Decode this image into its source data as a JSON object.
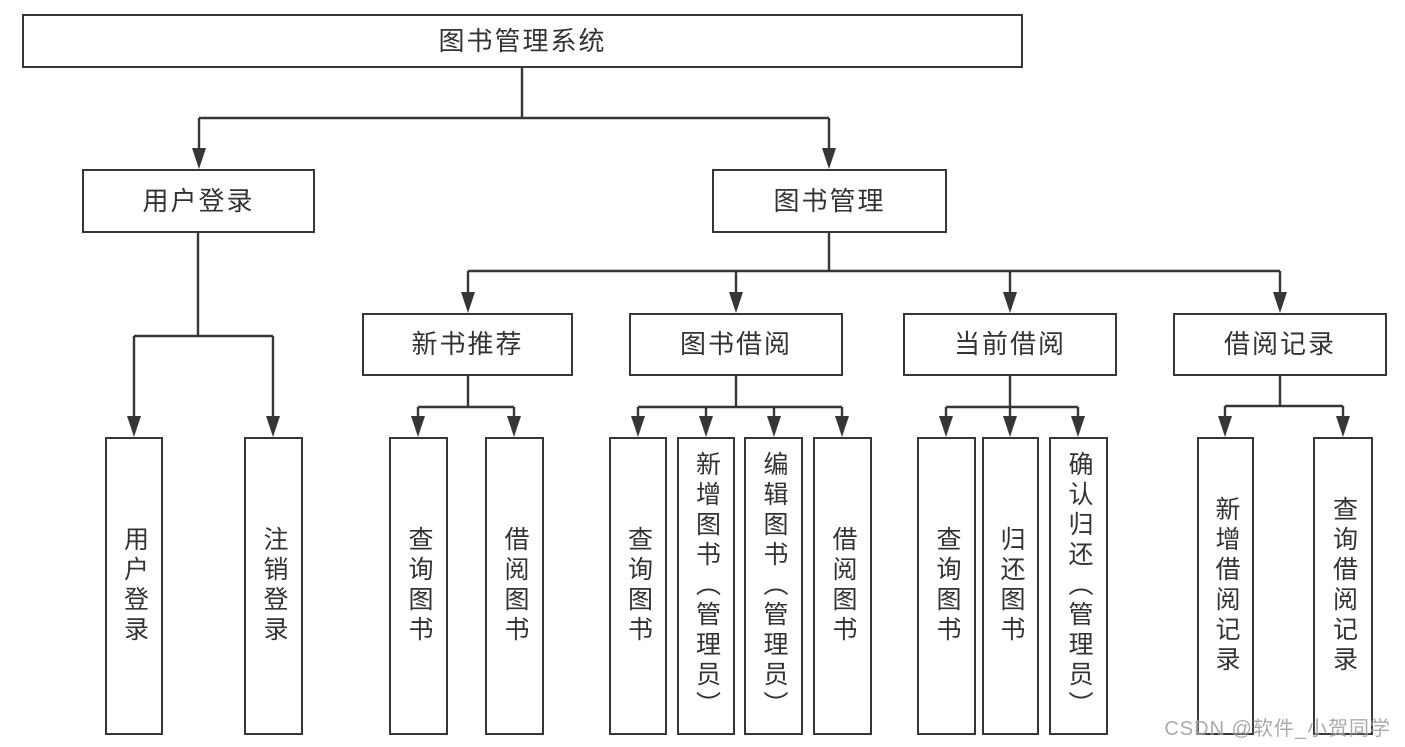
{
  "diagram": {
    "type": "tree",
    "root": {
      "label": "图书管理系统"
    },
    "level2": [
      {
        "label": "用户登录"
      },
      {
        "label": "图书管理"
      }
    ],
    "level3": [
      {
        "label": "新书推荐"
      },
      {
        "label": "图书借阅"
      },
      {
        "label": "当前借阅"
      },
      {
        "label": "借阅记录"
      }
    ],
    "leaves": {
      "user_login": [
        "用户登录",
        "注销登录"
      ],
      "new_book": [
        "查询图书",
        "借阅图书"
      ],
      "borrow": [
        "查询图书",
        "新增图书（管理员）",
        "编辑图书（管理员）",
        "借阅图书"
      ],
      "current": [
        "查询图书",
        "归还图书",
        "确认归还（管理员）"
      ],
      "records": [
        "新增借阅记录",
        "查询借阅记录"
      ]
    },
    "watermark": "CSDN @软件_小贺同学",
    "colors": {
      "line": "#363636",
      "text": "#333333",
      "watermark": "#9c9c9c",
      "background": "#ffffff"
    }
  }
}
